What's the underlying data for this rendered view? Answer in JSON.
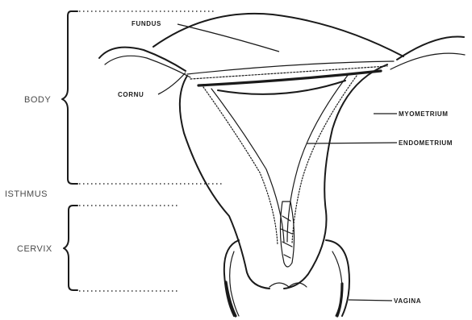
{
  "labels": {
    "fundus": "FUNDUS",
    "cornu": "CORNU",
    "myometrium": "MYOMETRIUM",
    "endometrium": "ENDOMETRIUM",
    "vagina": "VAGINA",
    "body": "BODY",
    "isthmus": "ISTHMUS",
    "cervix": "CERVIX"
  }
}
